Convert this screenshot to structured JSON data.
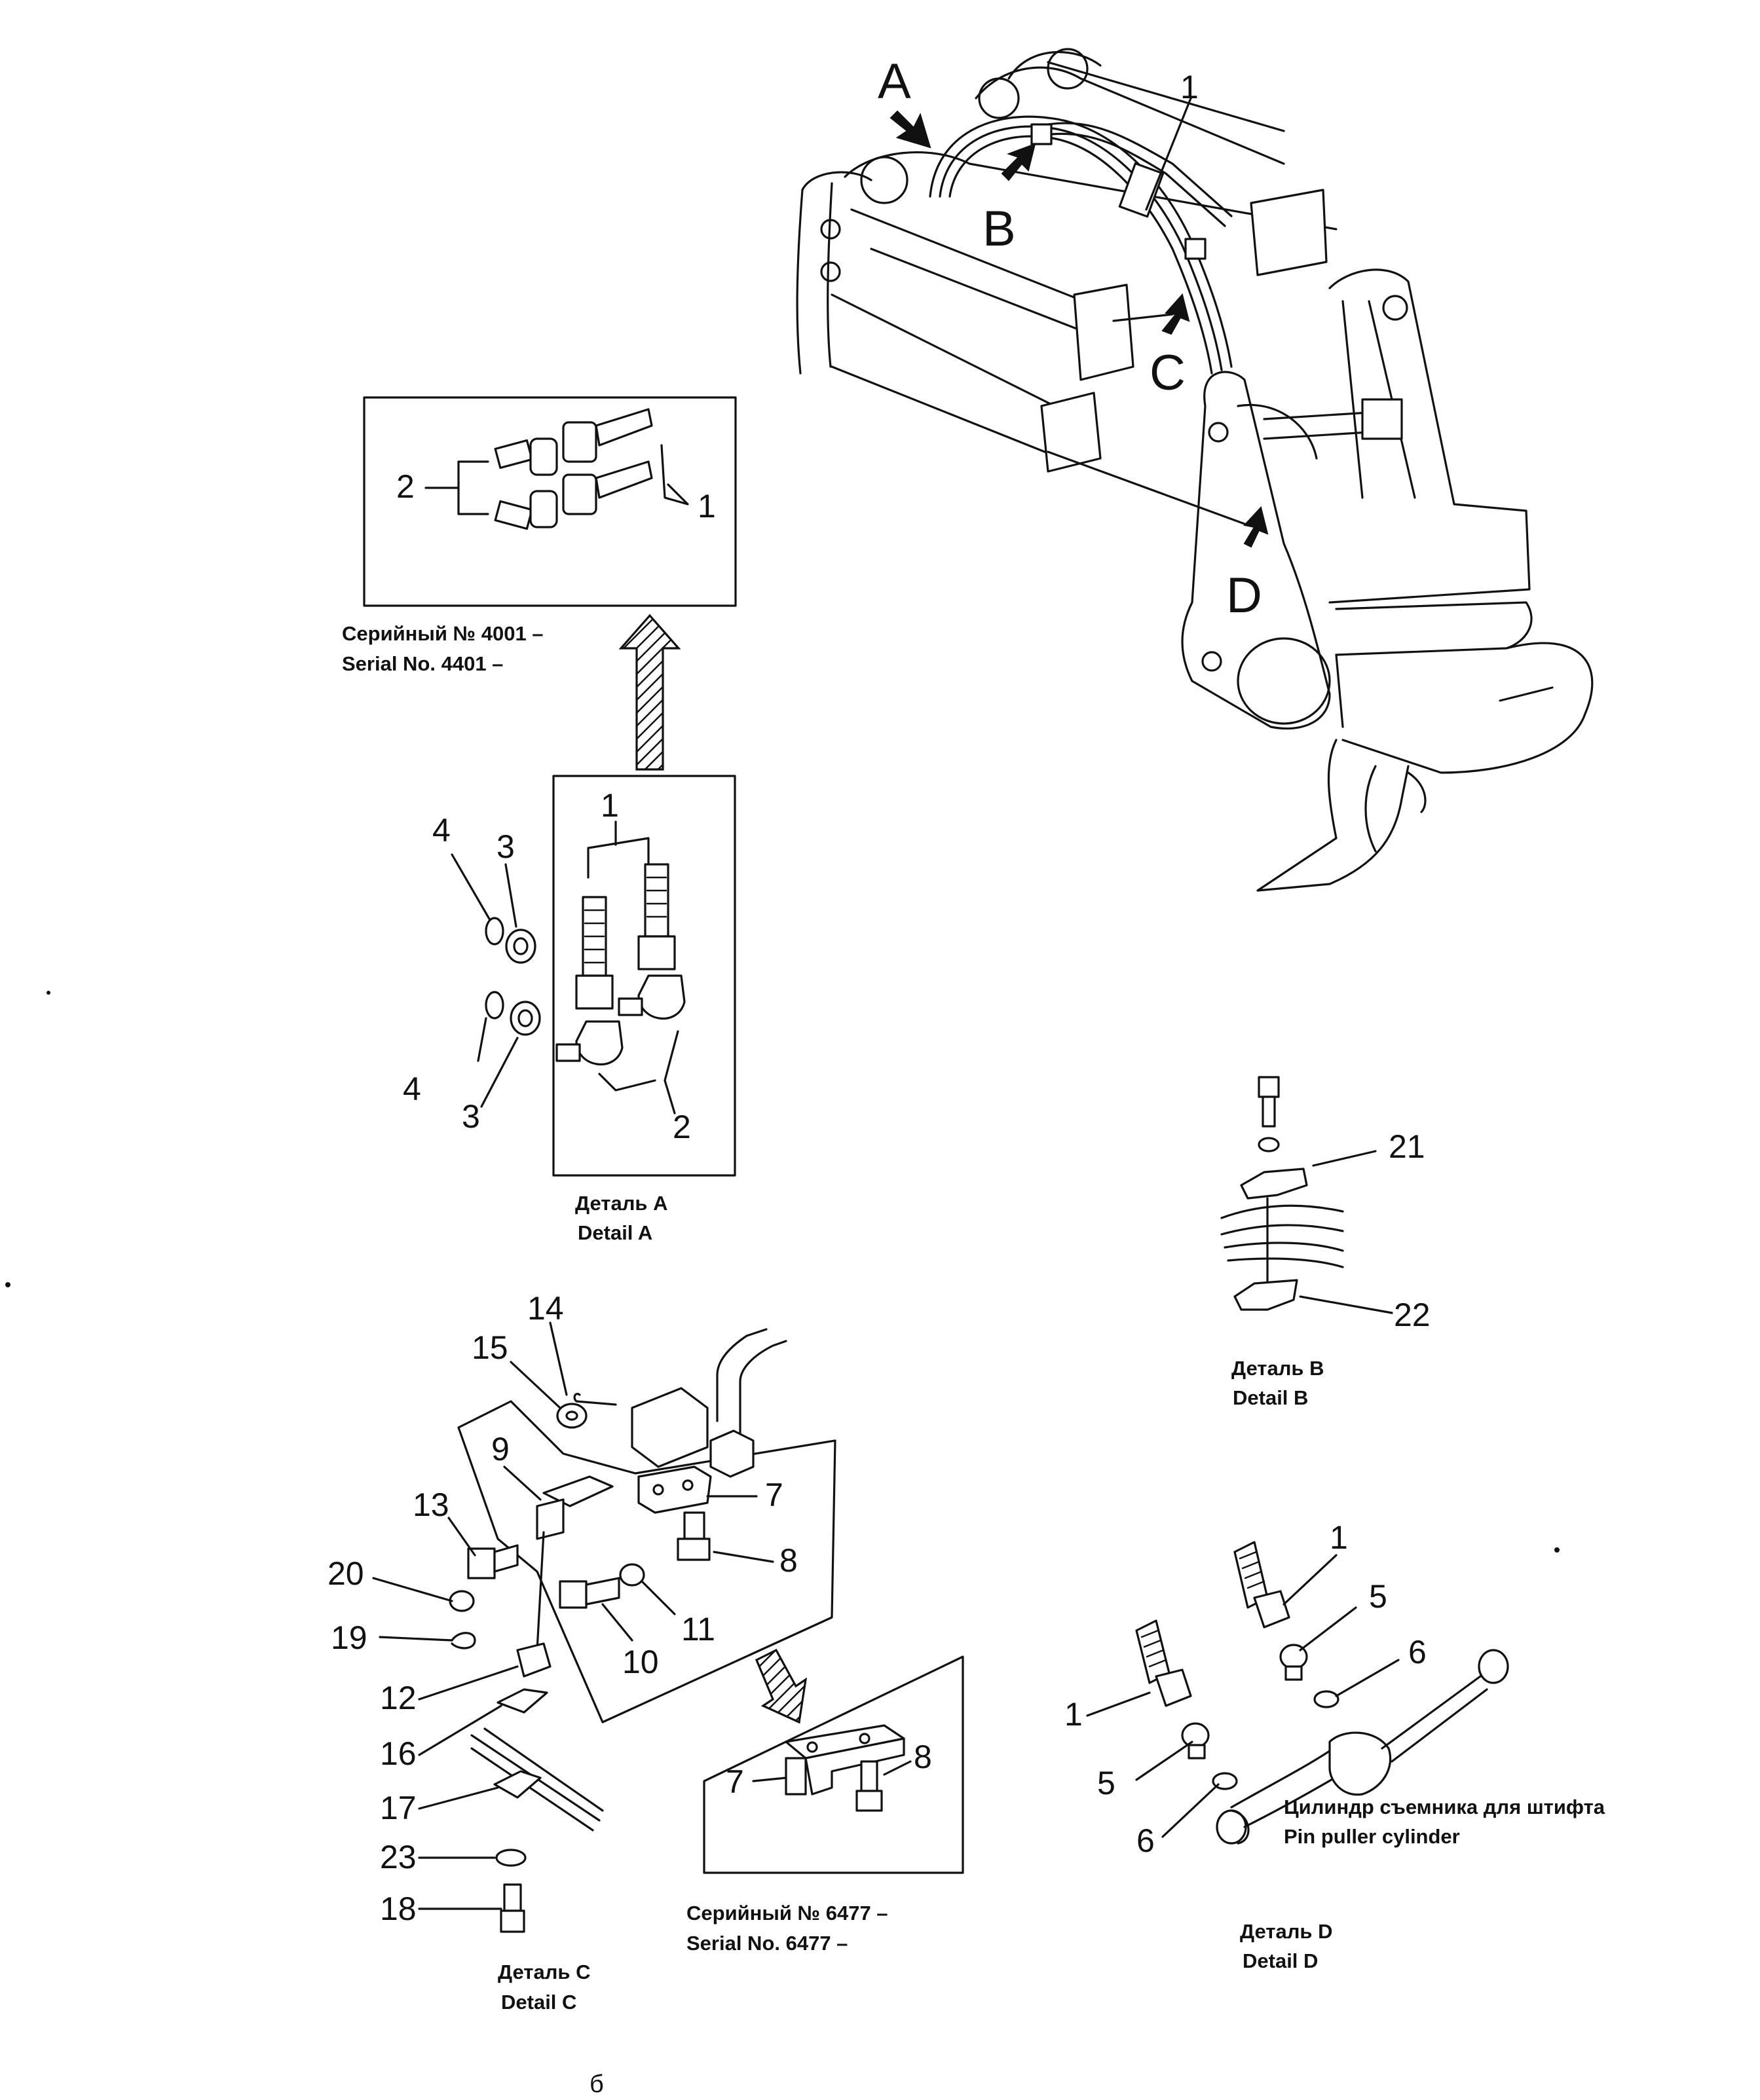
{
  "view_letters": {
    "a": "A",
    "b": "B",
    "c": "C",
    "d": "D"
  },
  "main_view": {
    "callout_1": "1"
  },
  "inset_top": {
    "n1": "1",
    "n2": "2",
    "serial_ru": "Серийный № 4001 –",
    "serial_en": "Serial No. 4401 –"
  },
  "detail_a": {
    "n1": "1",
    "n2": "2",
    "n3a": "3",
    "n3b": "3",
    "n4a": "4",
    "n4b": "4",
    "title_ru": "Деталь A",
    "title_en": "Detail A"
  },
  "detail_b": {
    "n21": "21",
    "n22": "22",
    "title_ru": "Деталь B",
    "title_en": "Detail B"
  },
  "detail_c": {
    "n7": "7",
    "n8": "8",
    "n9": "9",
    "n10": "10",
    "n11": "11",
    "n12": "12",
    "n13": "13",
    "n14": "14",
    "n15": "15",
    "n16": "16",
    "n17": "17",
    "n18": "18",
    "n19": "19",
    "n20": "20",
    "n23": "23",
    "title_ru": "Деталь C",
    "title_en": "Detail C"
  },
  "inset_c": {
    "n7": "7",
    "n8": "8",
    "serial_ru": "Серийный № 6477 –",
    "serial_en": "Serial No. 6477 –"
  },
  "detail_d": {
    "n1a": "1",
    "n1b": "1",
    "n5a": "5",
    "n5b": "5",
    "n6a": "6",
    "n6b": "6",
    "cylinder_ru": "Цилиндр съемника для штифта",
    "cylinder_en": "Pin puller cylinder",
    "title_ru": "Деталь D",
    "title_en": "Detail D"
  },
  "footer": {
    "mark": "б"
  }
}
